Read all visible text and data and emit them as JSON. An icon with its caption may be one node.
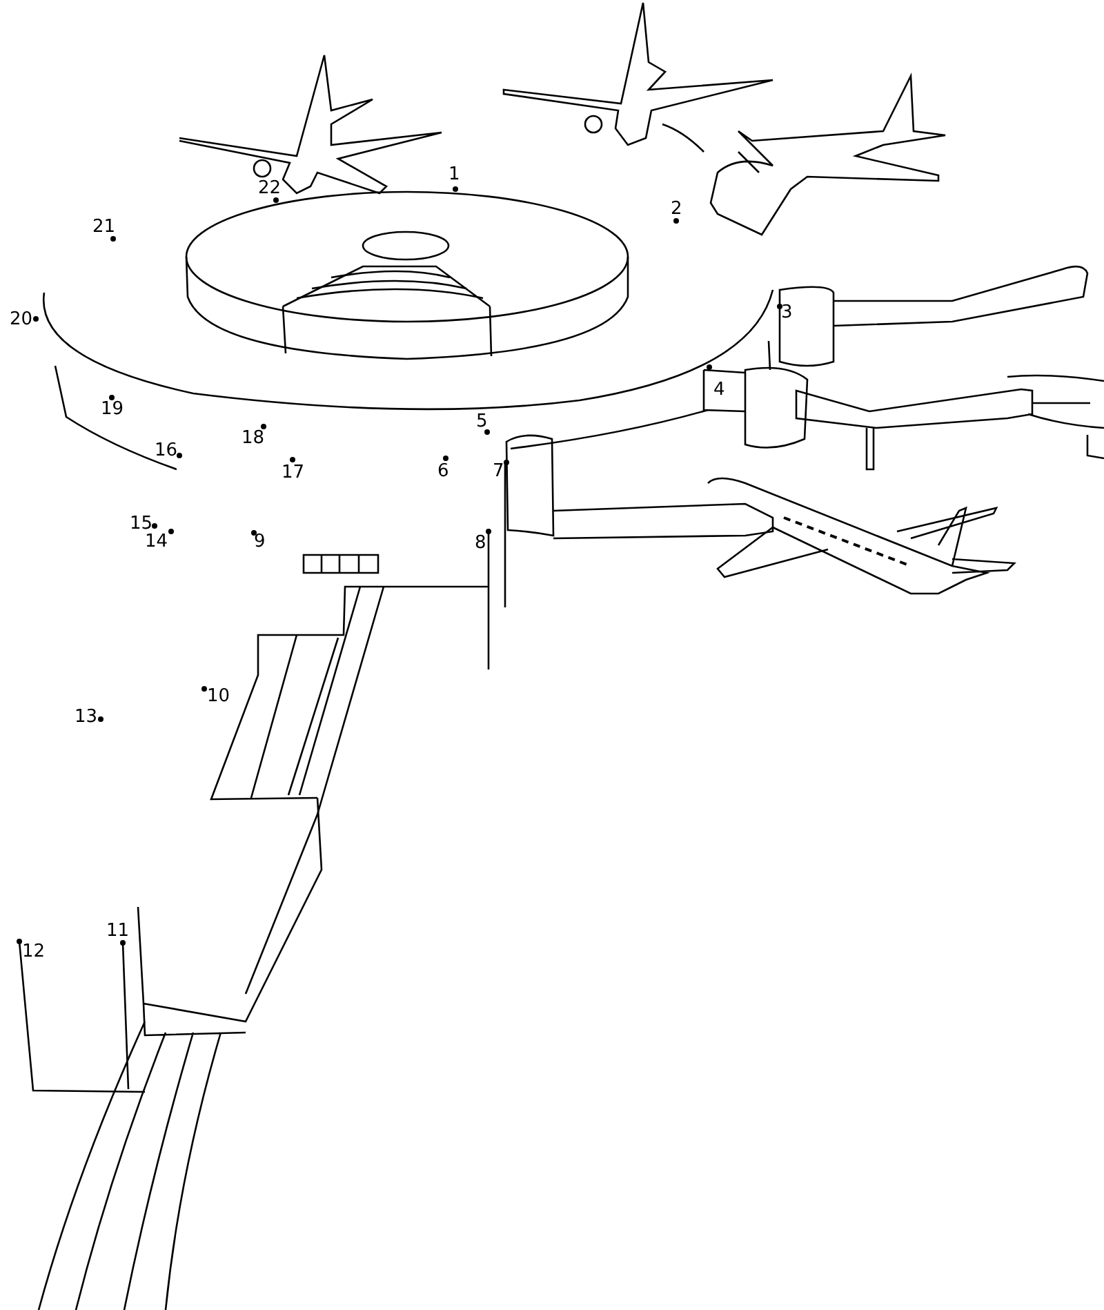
{
  "diagram": {
    "labels": [
      "1",
      "22",
      "2",
      "21",
      "20",
      "3",
      "4",
      "19",
      "5",
      "18",
      "16",
      "17",
      "6",
      "7",
      "15",
      "14",
      "9",
      "8",
      "10",
      "13",
      "11",
      "12"
    ]
  }
}
